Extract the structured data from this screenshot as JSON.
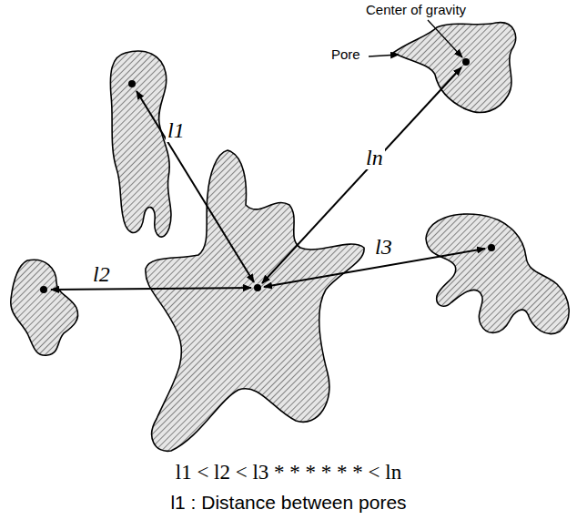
{
  "diagram": {
    "labels": [
      "Center of gravity",
      "Pore",
      "l1",
      "l2",
      "l3",
      "ln",
      "l1 < l2 < l3 * * * * * * < ln",
      "l1 : Distance between pores"
    ]
  }
}
